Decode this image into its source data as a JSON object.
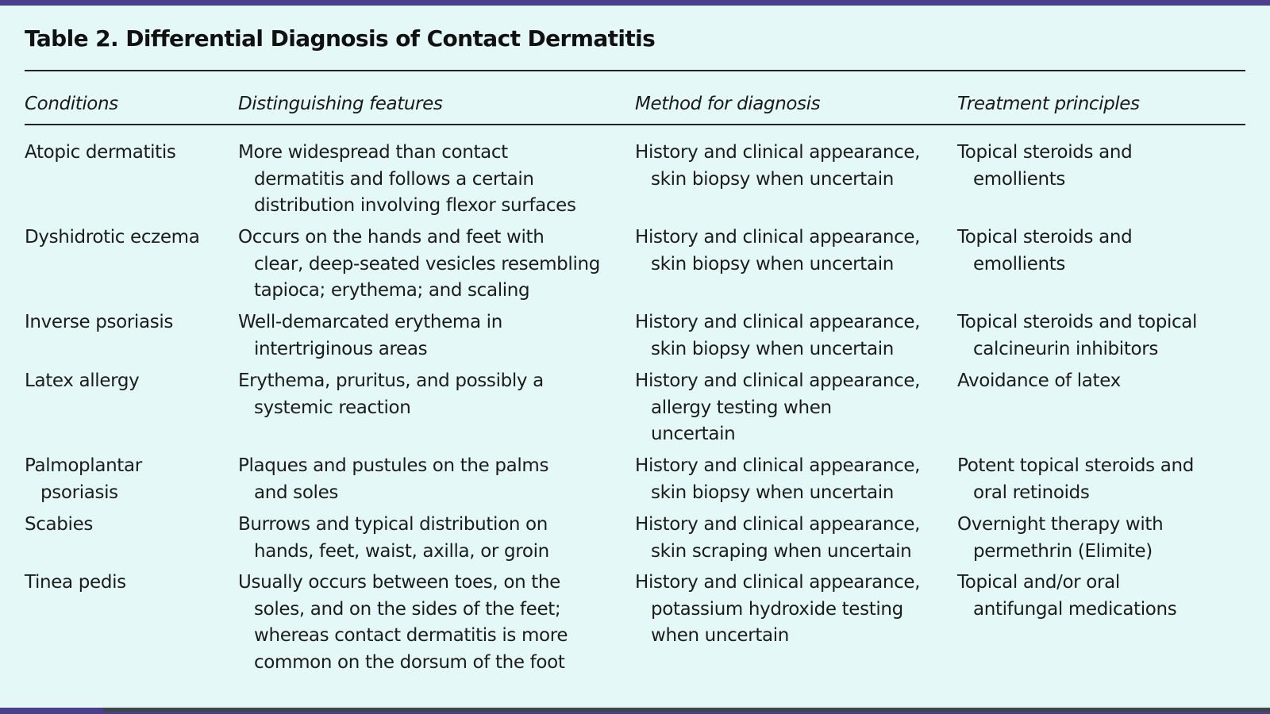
{
  "title": "Table 2. Differential Diagnosis of Contact Dermatitis",
  "colors": {
    "background": "#e4f8f8",
    "top_bar": "#4b3f8c",
    "bottom_bar": "#3d4743",
    "text": "#1c1c1c"
  },
  "table": {
    "headers": [
      "Conditions",
      "Distinguishing features",
      "Method for diagnosis",
      "Treatment principles"
    ],
    "rows": [
      {
        "condition": [
          "Atopic dermatitis"
        ],
        "features": [
          "More widespread than contact",
          "dermatitis and follows a certain",
          "distribution involving flexor surfaces"
        ],
        "diagnosis": [
          "History and clinical appearance,",
          "skin biopsy when uncertain"
        ],
        "treatment": [
          "Topical steroids and",
          "emollients"
        ]
      },
      {
        "condition": [
          "Dyshidrotic eczema"
        ],
        "features": [
          "Occurs on the hands and feet with",
          "clear, deep-seated vesicles resembling",
          "tapioca; erythema; and scaling"
        ],
        "diagnosis": [
          "History and clinical appearance,",
          "skin biopsy when uncertain"
        ],
        "treatment": [
          "Topical steroids and",
          "emollients"
        ]
      },
      {
        "condition": [
          "Inverse psoriasis"
        ],
        "features": [
          "Well-demarcated erythema in",
          "intertriginous areas"
        ],
        "diagnosis": [
          "History and clinical appearance,",
          "skin biopsy when uncertain"
        ],
        "treatment": [
          "Topical steroids and topical",
          "calcineurin inhibitors"
        ]
      },
      {
        "condition": [
          "Latex allergy"
        ],
        "features": [
          "Erythema, pruritus, and possibly a",
          "systemic reaction"
        ],
        "diagnosis": [
          "History and clinical appearance,",
          "allergy testing when",
          "uncertain"
        ],
        "treatment": [
          "Avoidance of latex"
        ]
      },
      {
        "condition": [
          "Palmoplantar",
          "psoriasis"
        ],
        "features": [
          "Plaques and pustules on the palms",
          "and soles"
        ],
        "diagnosis": [
          "History and clinical appearance,",
          "skin biopsy when uncertain"
        ],
        "treatment": [
          "Potent topical steroids and",
          "oral retinoids"
        ]
      },
      {
        "condition": [
          "Scabies"
        ],
        "features": [
          "Burrows and typical distribution on",
          "hands, feet, waist, axilla, or groin"
        ],
        "diagnosis": [
          "History and clinical appearance,",
          "skin scraping when uncertain"
        ],
        "treatment": [
          "Overnight therapy with",
          "permethrin (Elimite)"
        ]
      },
      {
        "condition": [
          "Tinea pedis"
        ],
        "features": [
          "Usually occurs between toes, on the",
          "soles, and on the sides of the feet;",
          "whereas contact dermatitis is more",
          "common on the dorsum of the foot"
        ],
        "diagnosis": [
          "History and clinical appearance,",
          "potassium hydroxide testing",
          "when uncertain"
        ],
        "treatment": [
          "Topical and/or oral",
          "antifungal medications"
        ]
      }
    ]
  }
}
